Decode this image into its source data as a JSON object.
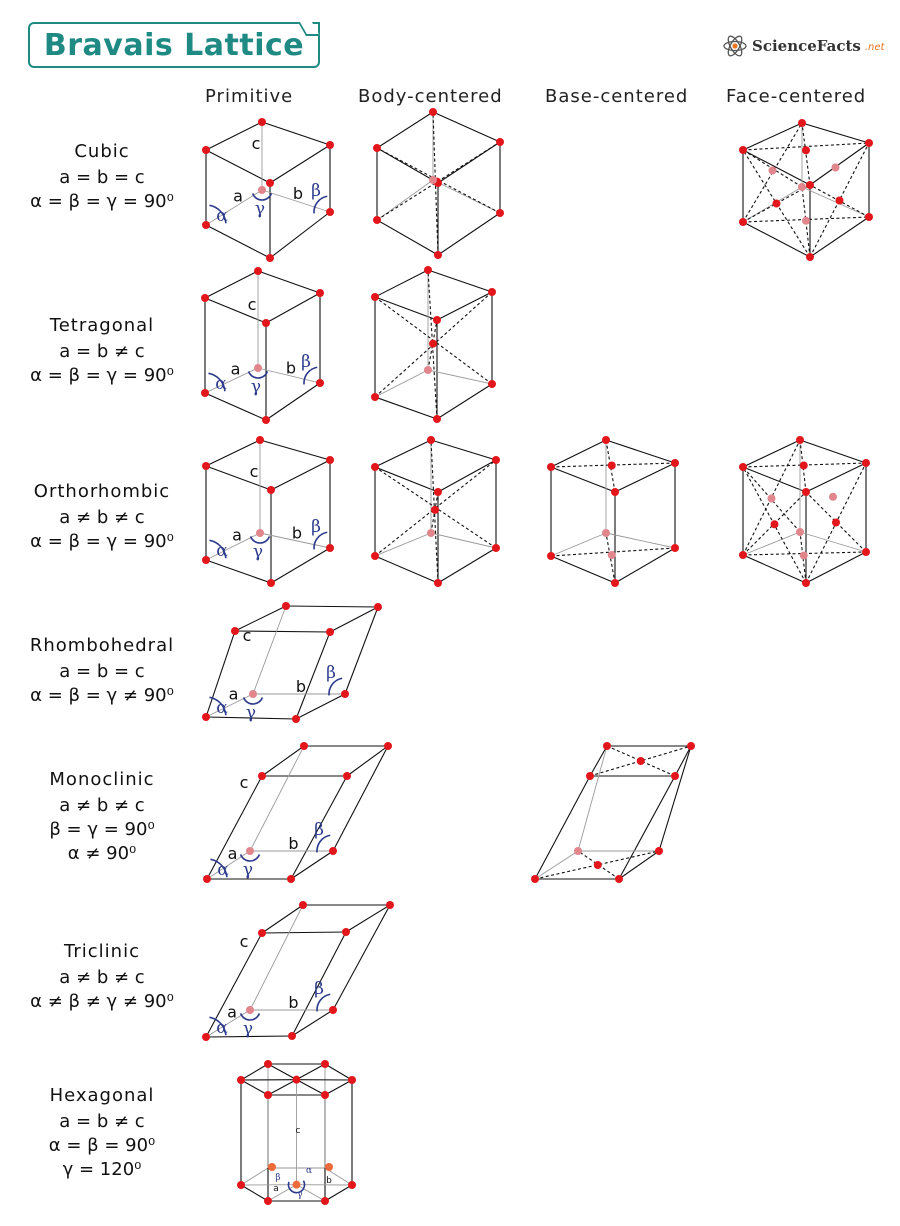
{
  "header": {
    "title": "Bravais Lattice",
    "brand": {
      "name": "ScienceFacts",
      "suffix": ".net"
    }
  },
  "columns": [
    "Primitive",
    "Body-centered",
    "Base-centered",
    "Face-centered"
  ],
  "rows": [
    {
      "name": "Cubic",
      "params": [
        "a = b = c",
        "α = β = γ = 90⁰"
      ]
    },
    {
      "name": "Tetragonal",
      "params": [
        "a = b ≠ c",
        "α = β = γ = 90⁰"
      ]
    },
    {
      "name": "Orthorhombic",
      "params": [
        "a ≠ b ≠ c",
        "α = β = γ = 90⁰"
      ]
    },
    {
      "name": "Rhombohedral",
      "params": [
        "a = b = c",
        "α = β = γ ≠ 90⁰"
      ]
    },
    {
      "name": "Monoclinic",
      "params": [
        "a ≠ b ≠ c",
        "β = γ = 90⁰",
        "α ≠ 90⁰"
      ]
    },
    {
      "name": "Triclinic",
      "params": [
        "a ≠ b ≠ c",
        "α ≠ β ≠ γ ≠ 90⁰"
      ]
    },
    {
      "name": "Hexagonal",
      "params": [
        "a = b ≠ c",
        "α = β = 90⁰",
        "γ = 120⁰"
      ]
    }
  ],
  "axis_labels": {
    "a": "a",
    "b": "b",
    "c": "c",
    "alpha": "α",
    "beta": "β",
    "gamma": "γ"
  },
  "colors": {
    "title": "#1f8a83",
    "atom": "#e3161b",
    "atom_hidden": "#e0868c",
    "angle": "#2b3a8c",
    "edge": "#111111"
  },
  "icons": {
    "brand_logo": "atom-icon"
  }
}
